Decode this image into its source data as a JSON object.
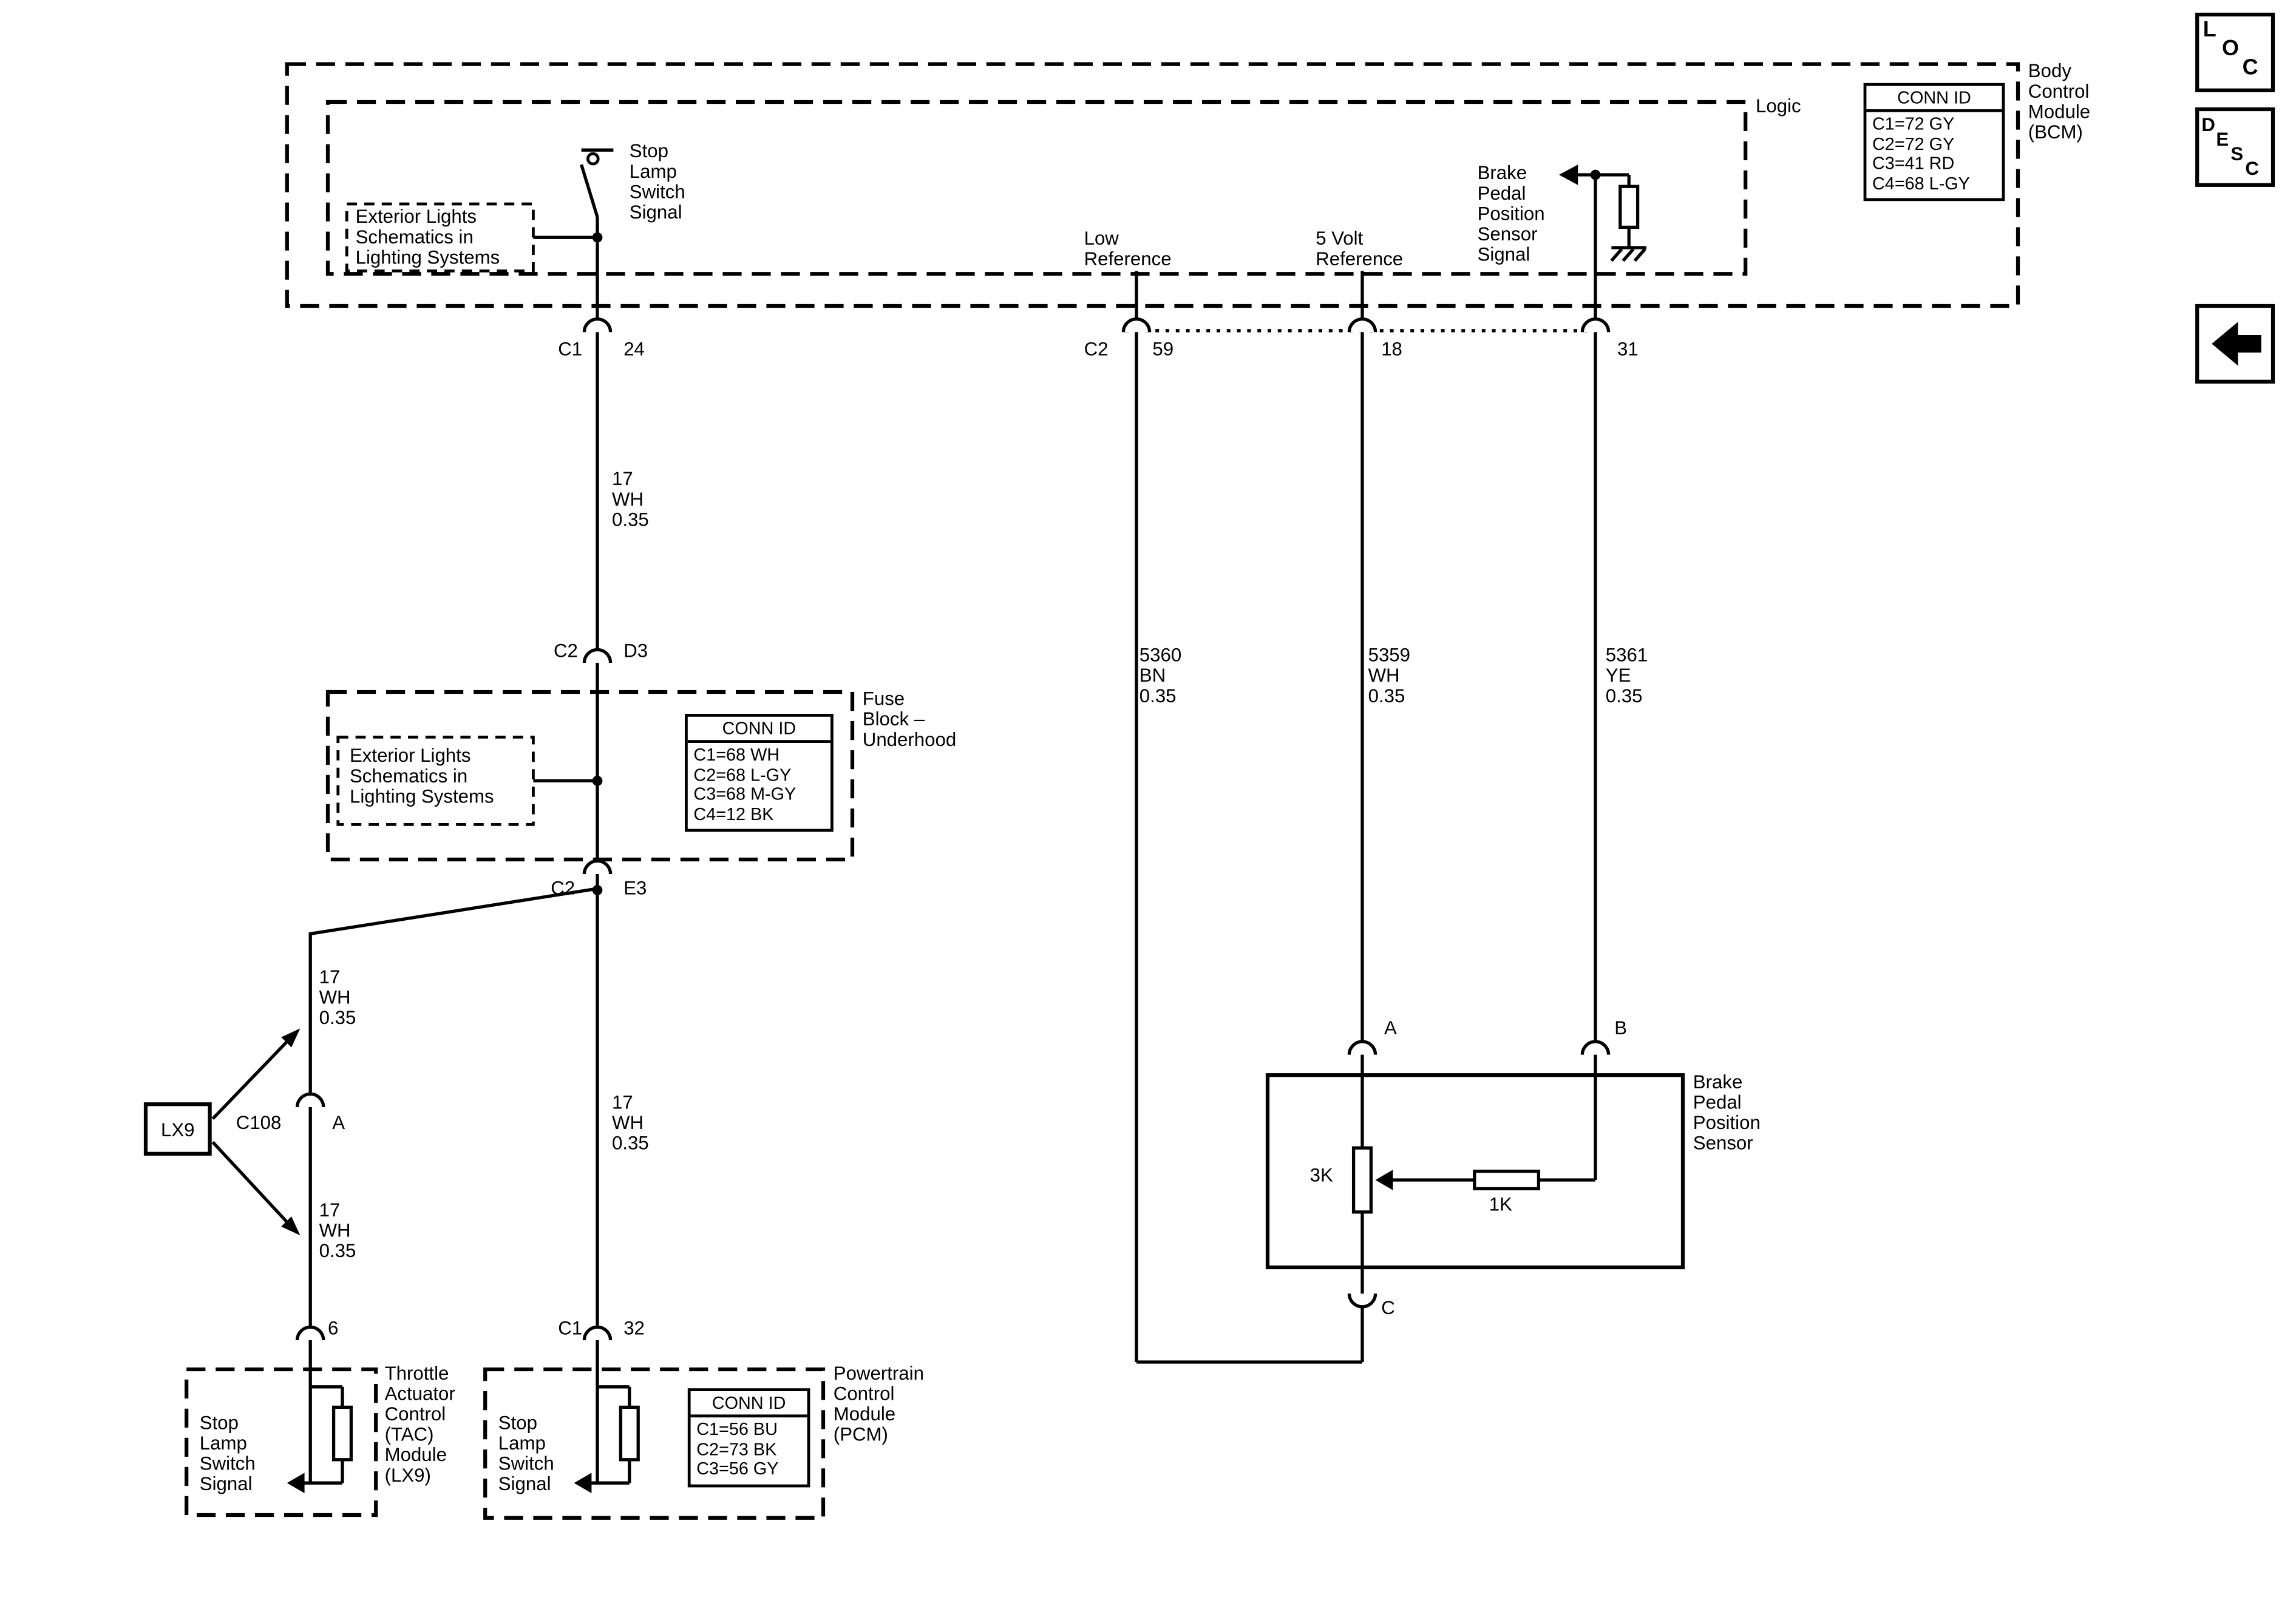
{
  "nav": {
    "loc": {
      "l1": "L",
      "l2": "O",
      "l3": "C"
    },
    "desc": {
      "l1": "D",
      "l2": "E",
      "l3": "S",
      "l4": "C"
    }
  },
  "bcm": {
    "title": "Body\nControl\nModule\n(BCM)",
    "logic_label": "Logic",
    "conn_id": {
      "title": "CONN ID",
      "rows": [
        "C1=72 GY",
        "C2=72 GY",
        "C3=41 RD",
        "C4=68 L-GY"
      ]
    },
    "stop_lamp_switch_signal": "Stop\nLamp\nSwitch\nSignal",
    "exterior_lights_ref": "Exterior Lights\nSchematics in\nLighting Systems",
    "brake_pedal_position_sensor_signal": "Brake\nPedal\nPosition\nSensor\nSignal",
    "low_reference": "Low\nReference",
    "five_volt_reference": "5 Volt\nReference",
    "pins": {
      "c1": "C1",
      "p24": "24",
      "c2": "C2",
      "p59": "59",
      "p18": "18",
      "p31": "31"
    }
  },
  "wires": {
    "w17_top": "17\nWH\n0.35",
    "w17_mid": "17\nWH\n0.35",
    "w17_left_upper": "17\nWH\n0.35",
    "w17_left_lower": "17\nWH\n0.35",
    "w5360": "5360\nBN\n0.35",
    "w5359": "5359\nWH\n0.35",
    "w5361": "5361\nYE\n0.35"
  },
  "fuse_block": {
    "label": "Fuse\nBlock –\nUnderhood",
    "exterior_lights_ref": "Exterior Lights\nSchematics in\nLighting Systems",
    "conn_id": {
      "title": "CONN ID",
      "rows": [
        "C1=68 WH",
        "C2=68 L-GY",
        "C3=68 M-GY",
        "C4=12 BK"
      ]
    },
    "pins": {
      "c2_top": "C2",
      "d3": "D3",
      "c2_bot": "C2",
      "e3": "E3"
    }
  },
  "branch": {
    "lx9": "LX9",
    "c108": "C108",
    "a": "A",
    "p6": "6"
  },
  "tac": {
    "signal": "Stop\nLamp\nSwitch\nSignal",
    "label": "Throttle\nActuator\nControl\n(TAC)\nModule\n(LX9)"
  },
  "pcm": {
    "signal": "Stop\nLamp\nSwitch\nSignal",
    "label": "Powertrain\nControl\nModule\n(PCM)",
    "conn_id": {
      "title": "CONN ID",
      "rows": [
        "C1=56 BU",
        "C2=73 BK",
        "C3=56 GY"
      ]
    },
    "pins": {
      "c1": "C1",
      "p32": "32"
    }
  },
  "sensor": {
    "label": "Brake\nPedal\nPosition\nSensor",
    "pins": {
      "a": "A",
      "b": "B",
      "c": "C"
    },
    "r3k": "3K",
    "r1k": "1K"
  }
}
